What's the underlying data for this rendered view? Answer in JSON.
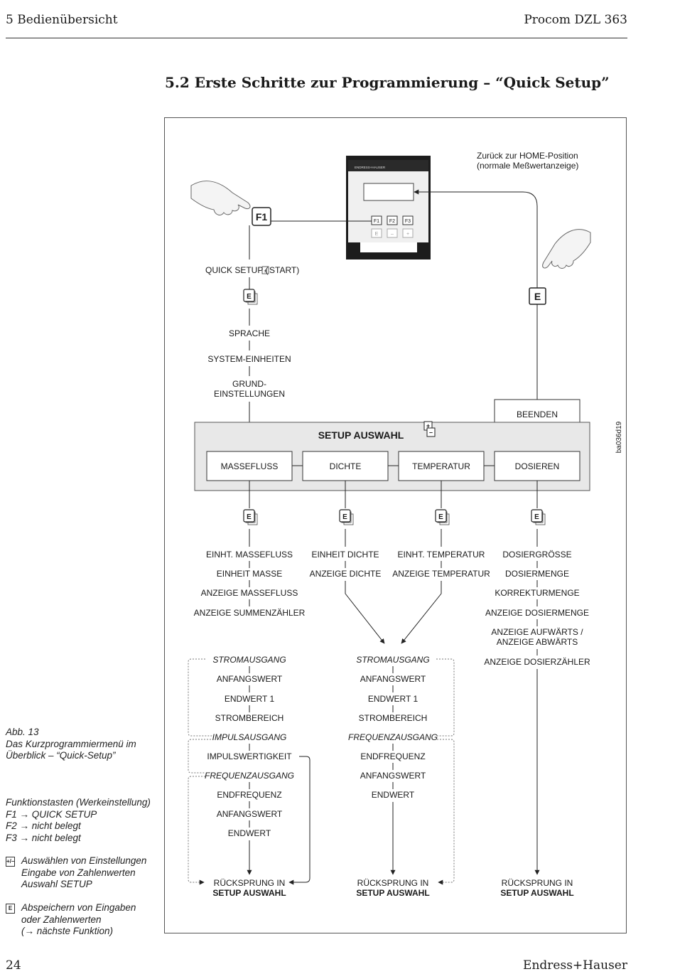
{
  "header": {
    "left": "5  Bedienübersicht",
    "right": "Procom DZL 363"
  },
  "section_title": "5.2  Erste Schritte zur Programmierung – “Quick Setup”",
  "diagram": {
    "home_note": [
      "Zurück zur HOME-Position",
      "(normale Meßwertanzeige)"
    ],
    "device": {
      "brand": "ENDRESS+HAUSER",
      "keys": [
        "F1",
        "F2",
        "F3",
        "E",
        "–",
        "+"
      ]
    },
    "f1_key": "F1",
    "e_key": "E",
    "quick_setup": [
      "QUICK SETUP (",
      "START)"
    ],
    "initial_steps": [
      "SPRACHE",
      "SYSTEM-EINHEITEN",
      "GRUND-",
      "EINSTELLUNGEN"
    ],
    "beenden": "BEENDEN",
    "setup_title": "SETUP AUSWAHL",
    "setup_options": [
      "MASSEFLUSS",
      "DICHTE",
      "TEMPERATUR",
      "DOSIEREN"
    ],
    "vertical_code": "ba036d19",
    "col_massefluss": [
      "EINHT. MASSEFLUSS",
      "EINHEIT MASSE",
      "ANZEIGE MASSEFLUSS",
      "ANZEIGE SUMMENZÄHLER"
    ],
    "col_dichte": [
      "EINHEIT DICHTE",
      "ANZEIGE DICHTE"
    ],
    "col_temperatur": [
      "EINHT. TEMPERATUR",
      "ANZEIGE TEMPERATUR"
    ],
    "col_dosieren": [
      "DOSIERGRÖSSE",
      "DOSIERMENGE",
      "KORREKTURMENGE",
      "ANZEIGE DOSIERMENGE",
      "ANZEIGE AUFWÄRTS /",
      "ANZEIGE ABWÄRTS",
      "ANZEIGE DOSIERZÄHLER"
    ],
    "left_outputs": {
      "strom_heading": "STROMAUSGANG",
      "strom_items": [
        "ANFANGSWERT",
        "ENDWERT 1",
        "STROMBEREICH"
      ],
      "impuls_heading": "IMPULSAUSGANG",
      "impuls_items": [
        "IMPULSWERTIGKEIT"
      ],
      "frequenz_heading": "FREQUENZAUSGANG",
      "frequenz_items": [
        "ENDFREQUENZ",
        "ANFANGSWERT",
        "ENDWERT"
      ]
    },
    "mid_outputs": {
      "strom_heading": "STROMAUSGANG",
      "strom_items": [
        "ANFANGSWERT",
        "ENDWERT 1",
        "STROMBEREICH"
      ],
      "frequenz_heading": "FREQUENZAUSGANG",
      "frequenz_items": [
        "ENDFREQUENZ",
        "ANFANGSWERT",
        "ENDWERT"
      ]
    },
    "return_line1": "RÜCKSPRUNG IN",
    "return_line2": "SETUP AUSWAHL"
  },
  "sidebar": {
    "figure_label": "Abb. 13",
    "figure_caption": [
      "Das Kurzprogrammiermenü im",
      "Überblick  – “Quick-Setup”"
    ],
    "keys_title": "Funktionstasten (Werkeinstellung)",
    "keys": [
      "F1 → QUICK SETUP",
      "F2 → nicht belegt",
      "F3 → nicht belegt"
    ],
    "plus_minus_icon": "+/–",
    "plus_minus_text": [
      "Auswählen von Einstellungen",
      "Eingabe von Zahlenwerten",
      "Auswahl SETUP"
    ],
    "e_icon": "E",
    "e_text": [
      "Abspeichern von Eingaben",
      "oder Zahlenwerten",
      "(→ nächste Funktion)"
    ]
  },
  "footer": {
    "page": "24",
    "brand": "Endress+Hauser"
  }
}
